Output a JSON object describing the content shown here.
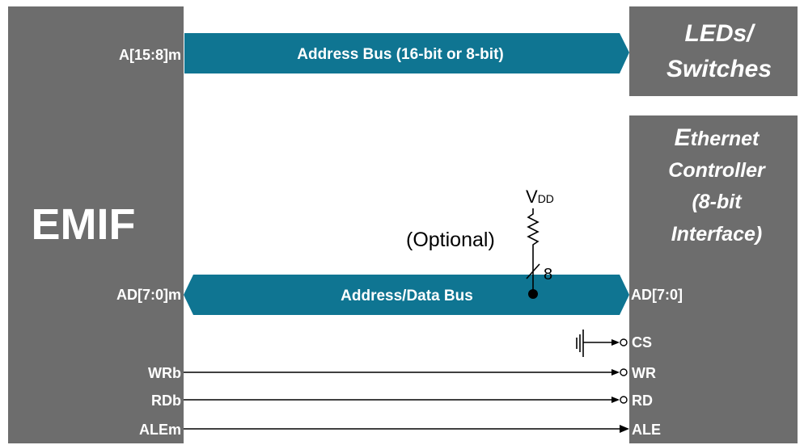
{
  "colors": {
    "block_fill": "#6d6d6d",
    "bus_fill": "#0f7592",
    "label_white": "#ffffff",
    "wire": "#000000"
  },
  "emif": {
    "title": "EMIF",
    "pins": {
      "addr_high": "A[15:8]m",
      "addr_data": "AD[7:0]m",
      "write": "WRb",
      "read": "RDb",
      "ale": "ALEm"
    }
  },
  "leds_block": {
    "line1": "LEDs/",
    "line2": "Switches"
  },
  "ethernet_block": {
    "line1_initial": "E",
    "line1_rest": "thernet",
    "line2": "Controller",
    "line3": "(8-bit",
    "line4": "Interface)",
    "pins": {
      "addr_data": "AD[7:0]",
      "chip_select": "CS",
      "write": "WR",
      "read": "RD",
      "ale": "ALE"
    }
  },
  "buses": {
    "address_bus": "Address Bus (16-bit or 8-bit)",
    "address_data_bus": "Address/Data Bus"
  },
  "pullup": {
    "vdd_main": "V",
    "vdd_sub": "DD",
    "optional_label": "(Optional)",
    "bus_width": "8"
  }
}
